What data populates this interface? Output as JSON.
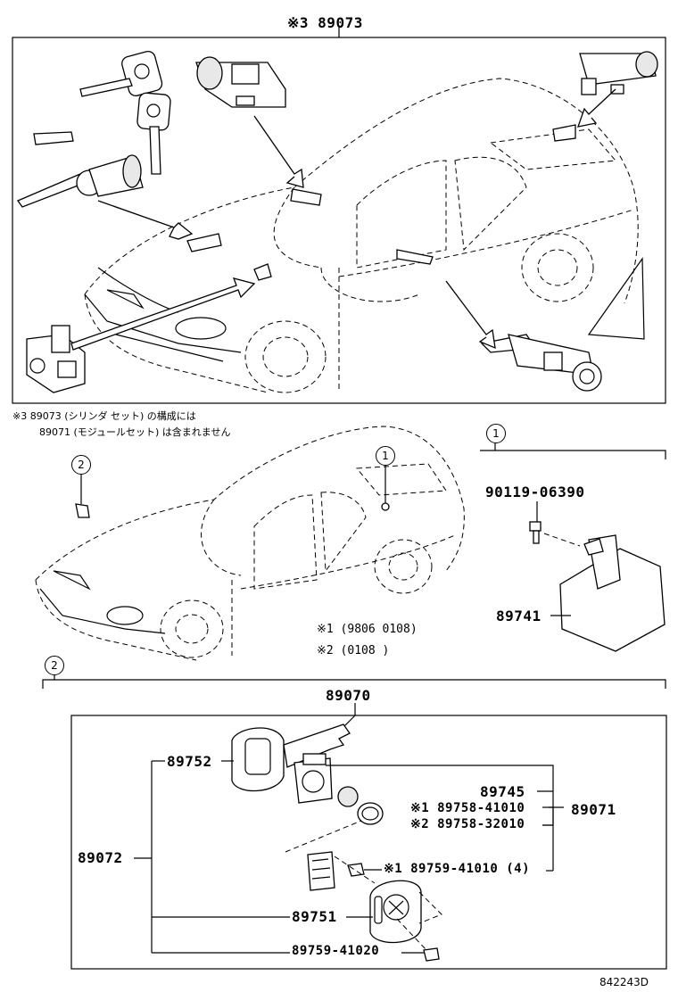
{
  "top_section": {
    "title": "※3 89073",
    "note_line1": "※3 89073 (シリンダ セット) の構成には",
    "note_line2": "89071 (モジュールセット) は含まれません"
  },
  "middle_section": {
    "ref1": "1",
    "ref2": "2",
    "bolt_part": "90119-06390",
    "module_part": "89741",
    "note1": "※1 (9806 0108)",
    "note2": "※2 (0108        )"
  },
  "bottom_section": {
    "ref2": "2",
    "assembly": "89070",
    "key_part": "89752",
    "transponder": "89745",
    "seal1": "※1 89758-41010",
    "seal2": "※2 89758-32010",
    "module_set": "89071",
    "key_set": "89072",
    "screw": "※1 89759-41010 (4)",
    "cover": "89751",
    "small_screw": "89759-41020",
    "diagram_code": "842243D"
  }
}
